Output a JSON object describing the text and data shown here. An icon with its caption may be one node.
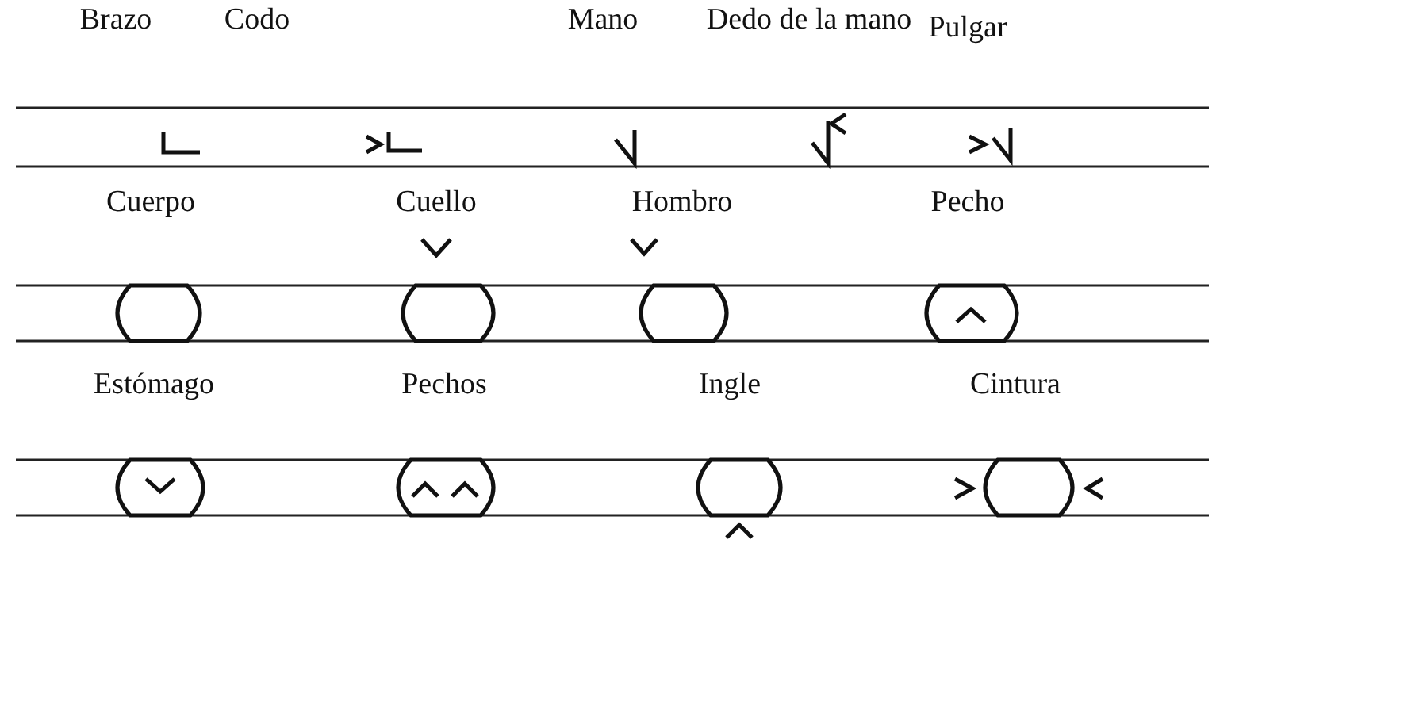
{
  "diagram": {
    "labels": [
      "Brazo",
      "Codo",
      "Mano",
      "Dedo de la mano",
      "Pulgar",
      "Cuerpo",
      "Cuello",
      "Hombro",
      "Pecho",
      "Estómago",
      "Pechos",
      "Ingle",
      "Cintura"
    ]
  }
}
